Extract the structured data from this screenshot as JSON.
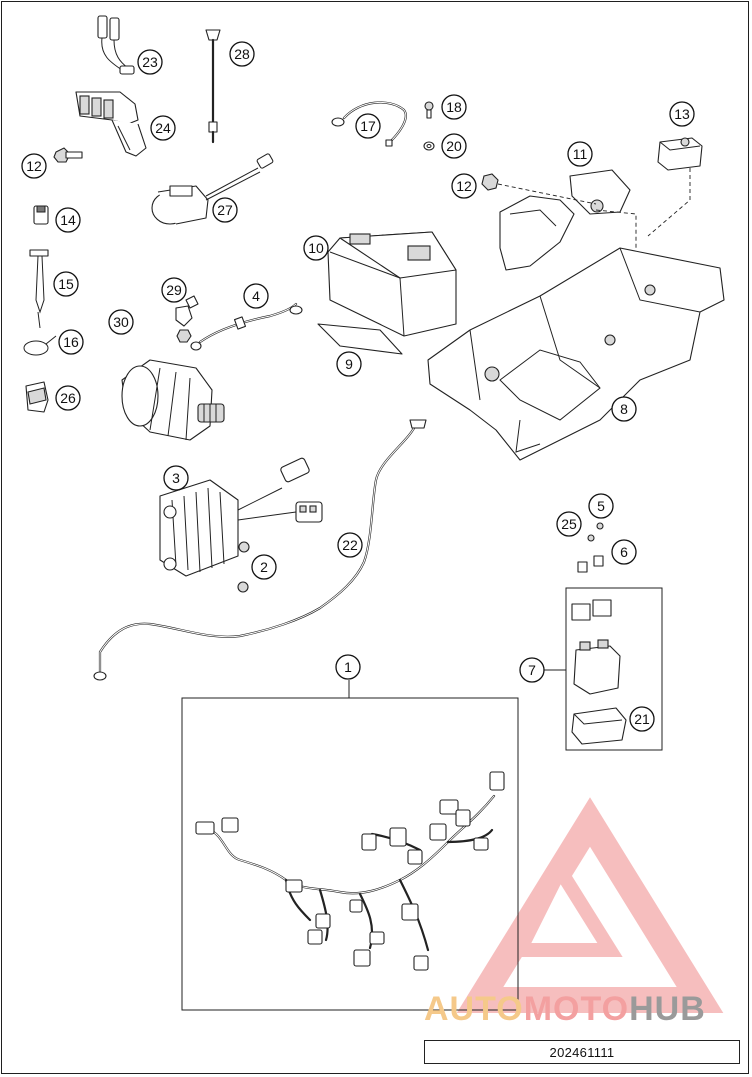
{
  "reference_number": "202461111",
  "watermark": {
    "part_a": "AUTO",
    "part_b": "MOTO",
    "part_c": "HUB",
    "colors": {
      "auto": "#f5c98a",
      "moto": "#f3a0a0",
      "hub": "#9a9a9a",
      "logo": "#f08a8a"
    }
  },
  "callouts": {
    "c1": "1",
    "c2": "2",
    "c3": "3",
    "c4": "4",
    "c5": "5",
    "c6": "6",
    "c7": "7",
    "c8": "8",
    "c9": "9",
    "c10": "10",
    "c11": "11",
    "c12a": "12",
    "c12b": "12",
    "c13": "13",
    "c14": "14",
    "c15": "15",
    "c16": "16",
    "c17": "17",
    "c18": "18",
    "c20": "20",
    "c21": "21",
    "c22": "22",
    "c23": "23",
    "c24": "24",
    "c25": "25",
    "c26": "26",
    "c27": "27",
    "c28": "28",
    "c29": "29",
    "c30": "30"
  }
}
